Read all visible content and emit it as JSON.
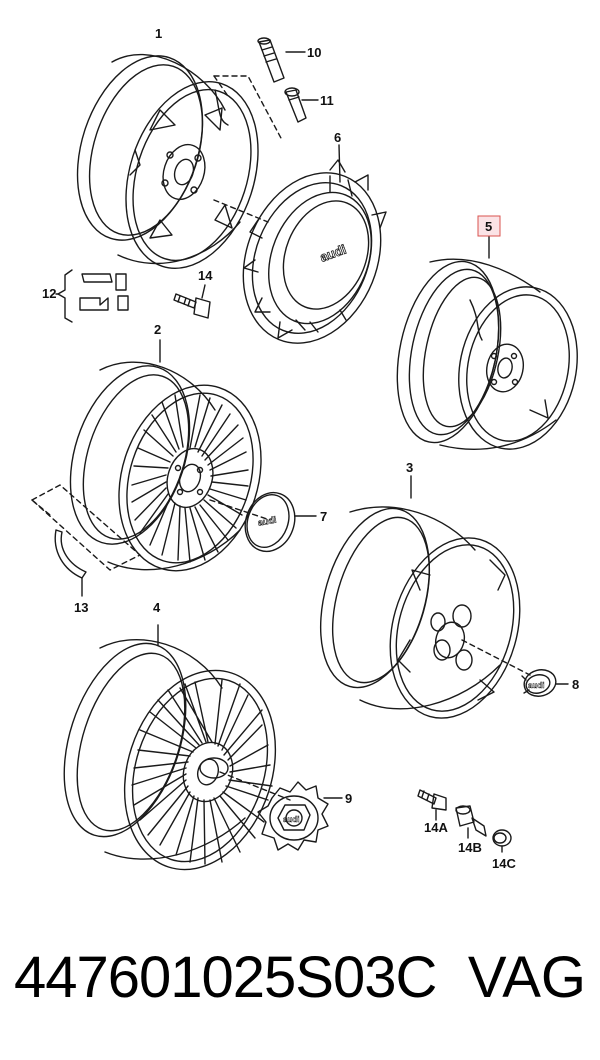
{
  "callouts": {
    "c1": "1",
    "c2": "2",
    "c3": "3",
    "c4": "4",
    "c5": "5",
    "c6": "6",
    "c7": "7",
    "c8": "8",
    "c9": "9",
    "c10": "10",
    "c11": "11",
    "c12": "12",
    "c13": "13",
    "c14": "14",
    "c14a": "14A",
    "c14b": "14B",
    "c14c": "14C"
  },
  "logo_text": "audi",
  "footer": {
    "part_number": "447601025S03C",
    "brand": "VAG"
  },
  "colors": {
    "line": "#1a1a1a",
    "highlight_fill": "#fbe3e6",
    "highlight_stroke": "#d9534f"
  }
}
